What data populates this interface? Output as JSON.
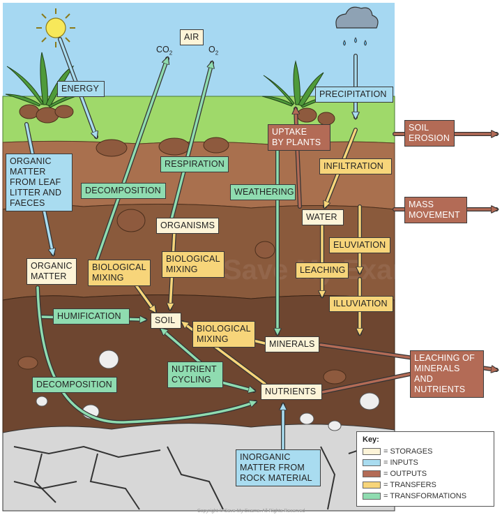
{
  "labels": {
    "air": "AIR",
    "energy": "ENERGY",
    "precipitation": "PRECIPITATION",
    "soil_erosion": "SOIL\nEROSION",
    "organic_matter_from_leaf": "ORGANIC\nMATTER\nFROM LEAF\nLITTER AND\nFAECES",
    "respiration": "RESPIRATION",
    "uptake_by_plants": "UPTAKE\nBY PLANTS",
    "infiltration": "INFILTRATION",
    "decomposition_top": "DECOMPOSITION",
    "weathering": "WEATHERING",
    "mass_movement": "MASS\nMOVEMENT",
    "water": "WATER",
    "organisms": "ORGANISMS",
    "eluviation": "ELUVIATION",
    "organic_matter": "ORGANIC\nMATTER",
    "biological_mixing_left": "BIOLOGICAL\nMIXING",
    "biological_mixing_mid": "BIOLOGICAL\nMIXING",
    "leaching": "LEACHING",
    "illuviation": "ILLUVIATION",
    "humification": "HUMIFICATION",
    "soil": "SOIL",
    "biological_mixing_lower": "BIOLOGICAL\nMIXING",
    "minerals": "MINERALS",
    "leaching_minerals": "LEACHING OF\nMINERALS AND\nNUTRIENTS",
    "nutrient_cycling": "NUTRIENT\nCYCLING",
    "decomposition_bottom": "DECOMPOSITION",
    "nutrients": "NUTRIENTS",
    "inorganic_matter": "INORGANIC\nMATTER FROM\nROCK MATERIAL"
  },
  "gases": {
    "co2": "CO",
    "co2_sub": "2",
    "o2": "O",
    "o2_sub": "2"
  },
  "key": {
    "title": "Key:",
    "items": [
      {
        "label": "= STORAGES",
        "color": "#fdf4d8"
      },
      {
        "label": "= INPUTS",
        "color": "#a9dcf0"
      },
      {
        "label": "= OUTPUTS",
        "color": "#b36b56"
      },
      {
        "label": "= TRANSFERS",
        "color": "#f7d57a"
      },
      {
        "label": "= TRANSFORMATIONS",
        "color": "#8fdcb0"
      }
    ]
  },
  "colors": {
    "sky": "#a6d8f2",
    "grass": "#9fd96a",
    "topsoil": "#a9704e",
    "subsoil": "#8a5a3c",
    "deepsoil": "#6e4630",
    "rock": "#d7d7d7",
    "input_arrow": "#a9dcf0",
    "output_arrow": "#b36b56",
    "transfer_arrow": "#f7d57a",
    "transform_arrow": "#8fdcb0"
  },
  "copyright": "Copyright © Save My Exams. All Rights Reserved"
}
